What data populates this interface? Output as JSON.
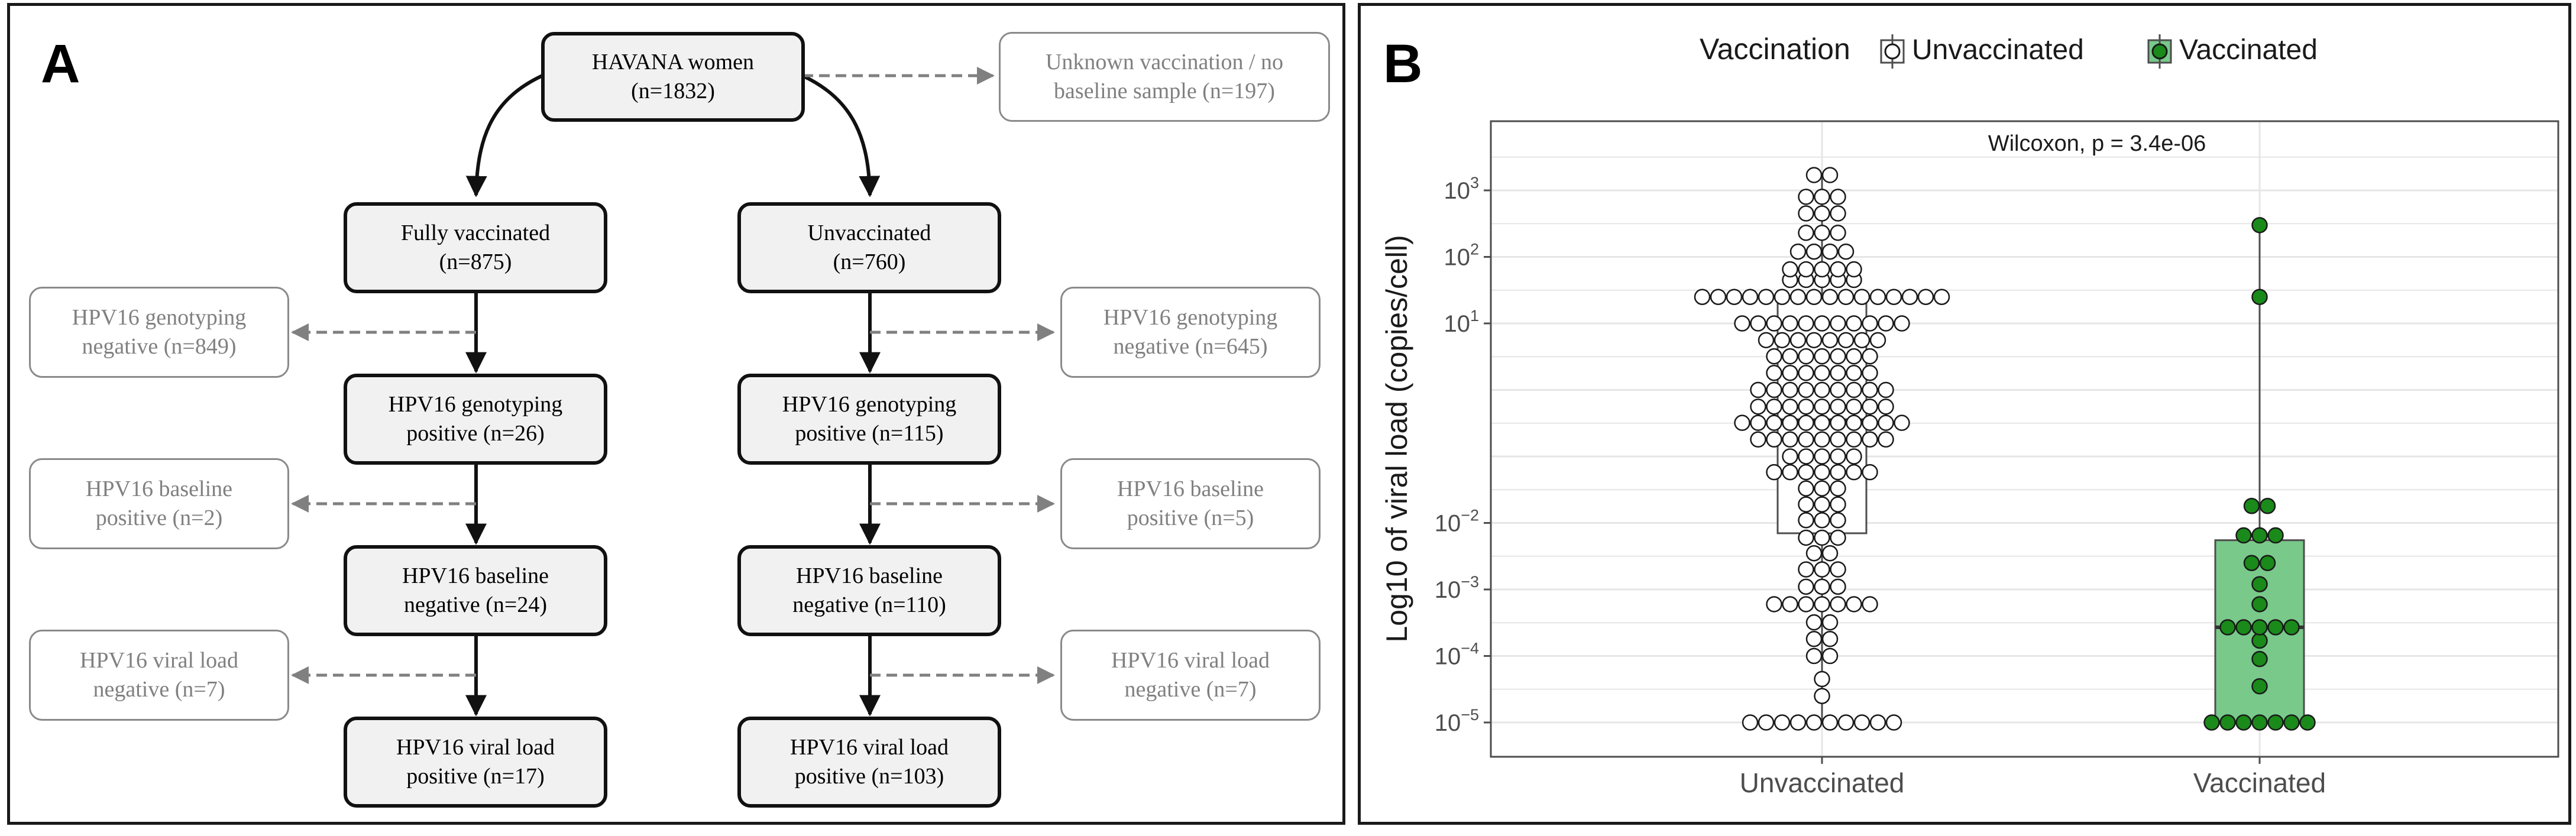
{
  "panel_a": {
    "letter": "A",
    "nodes": {
      "root": [
        "HAVANA women",
        "(n=1832)"
      ],
      "unknown": [
        "Unknown vaccination / no",
        "baseline sample (n=197)"
      ],
      "vax": [
        "Fully vaccinated",
        "(n=875)"
      ],
      "unvax": [
        "Unvaccinated",
        "(n=760)"
      ],
      "vax_geno_neg": [
        "HPV16 genotyping",
        "negative (n=849)"
      ],
      "unvax_geno_neg": [
        "HPV16 genotyping",
        "negative (n=645)"
      ],
      "vax_geno_pos": [
        "HPV16 genotyping",
        "positive (n=26)"
      ],
      "unvax_geno_pos": [
        "HPV16 genotyping",
        "positive (n=115)"
      ],
      "vax_base_pos": [
        "HPV16 baseline",
        "positive (n=2)"
      ],
      "unvax_base_pos": [
        "HPV16 baseline",
        "positive (n=5)"
      ],
      "vax_base_neg": [
        "HPV16 baseline",
        "negative (n=24)"
      ],
      "unvax_base_neg": [
        "HPV16 baseline",
        "negative (n=110)"
      ],
      "vax_vl_neg": [
        "HPV16 viral load",
        "negative (n=7)"
      ],
      "unvax_vl_neg": [
        "HPV16 viral load",
        "negative (n=7)"
      ],
      "vax_vl_pos": [
        "HPV16 viral load",
        "positive (n=17)"
      ],
      "unvax_vl_pos": [
        "HPV16 viral load",
        "positive (n=103)"
      ]
    }
  },
  "panel_b": {
    "letter": "B",
    "colors": {
      "unvaccinated_point": "#ffffff",
      "vaccinated_point": "#1a8a1a",
      "vaccinated_box": "#79c98a",
      "unvaccinated_box": "#ffffff",
      "grid": "#e6e6e6"
    }
  },
  "chart_data": {
    "type": "box-dotplot",
    "title": "",
    "legend": {
      "title": "Vaccination",
      "position": "top",
      "entries": [
        "Unvaccinated",
        "Vaccinated"
      ]
    },
    "xlabel": "",
    "ylabel": "Log10 of viral load (copies/cell)",
    "y_scale": "log10",
    "ylim": [
      5e-06,
      10000
    ],
    "y_ticks": [
      {
        "value": 1e-05,
        "base": "10",
        "exp": "−5"
      },
      {
        "value": 0.0001,
        "base": "10",
        "exp": "−4"
      },
      {
        "value": 0.001,
        "base": "10",
        "exp": "−3"
      },
      {
        "value": 0.01,
        "base": "10",
        "exp": "−2"
      },
      {
        "value": 10,
        "base": "10",
        "exp": "1"
      },
      {
        "value": 100,
        "base": "10",
        "exp": "2"
      },
      {
        "value": 1000,
        "base": "10",
        "exp": "3"
      }
    ],
    "categories": [
      "Unvaccinated",
      "Vaccinated"
    ],
    "annotation": "Wilcoxon, p = 3.4e-06",
    "series": [
      {
        "name": "Unvaccinated",
        "box": {
          "q1": 0.007,
          "median": 0.35,
          "q3": 25,
          "whisker_low": 1e-05,
          "whisker_high": 1700
        },
        "points": [
          1e-05,
          1e-05,
          1e-05,
          1e-05,
          1e-05,
          1e-05,
          1e-05,
          1e-05,
          1e-05,
          1e-05,
          2.5e-05,
          4.5e-05,
          0.0001,
          0.0001,
          0.00018,
          0.00018,
          0.00032,
          0.00032,
          0.0006,
          0.0006,
          0.0006,
          0.0006,
          0.0006,
          0.0006,
          0.0006,
          0.0011,
          0.0011,
          0.0011,
          0.002,
          0.002,
          0.002,
          0.0035,
          0.0035,
          0.006,
          0.006,
          0.006,
          0.011,
          0.011,
          0.011,
          0.019,
          0.019,
          0.019,
          0.033,
          0.033,
          0.033,
          0.058,
          0.058,
          0.058,
          0.058,
          0.058,
          0.058,
          0.058,
          0.1,
          0.1,
          0.1,
          0.1,
          0.1,
          0.18,
          0.18,
          0.18,
          0.18,
          0.18,
          0.18,
          0.18,
          0.18,
          0.18,
          0.32,
          0.32,
          0.32,
          0.32,
          0.32,
          0.32,
          0.32,
          0.32,
          0.32,
          0.32,
          0.32,
          0.56,
          0.56,
          0.56,
          0.56,
          0.56,
          0.56,
          0.56,
          0.56,
          0.56,
          1,
          1,
          1,
          1,
          1,
          1,
          1,
          1,
          1,
          1.8,
          1.8,
          1.8,
          1.8,
          1.8,
          1.8,
          1.8,
          3.2,
          3.2,
          3.2,
          3.2,
          3.2,
          3.2,
          3.2,
          5.6,
          5.6,
          5.6,
          5.6,
          5.6,
          5.6,
          5.6,
          5.6,
          10,
          10,
          10,
          10,
          10,
          10,
          10,
          10,
          10,
          10,
          10,
          25,
          25,
          25,
          25,
          25,
          25,
          25,
          25,
          25,
          25,
          25,
          25,
          25,
          25,
          25,
          25,
          45,
          45,
          45,
          45,
          45,
          65,
          65,
          65,
          65,
          65,
          120,
          120,
          120,
          120,
          230,
          230,
          230,
          450,
          450,
          450,
          800,
          800,
          800,
          1700,
          1700
        ]
      },
      {
        "name": "Vaccinated",
        "box": {
          "q1": 1e-05,
          "median": 0.00027,
          "q3": 0.0055,
          "whisker_low": 1e-05,
          "whisker_high": 300
        },
        "points": [
          1e-05,
          1e-05,
          1e-05,
          1e-05,
          1e-05,
          1e-05,
          1e-05,
          3.5e-05,
          9e-05,
          0.00017,
          0.00027,
          0.00027,
          0.00027,
          0.00027,
          0.00027,
          0.0006,
          0.0012,
          0.0025,
          0.0025,
          0.0065,
          0.0065,
          0.0065,
          0.018,
          0.018,
          25,
          300
        ]
      }
    ]
  }
}
